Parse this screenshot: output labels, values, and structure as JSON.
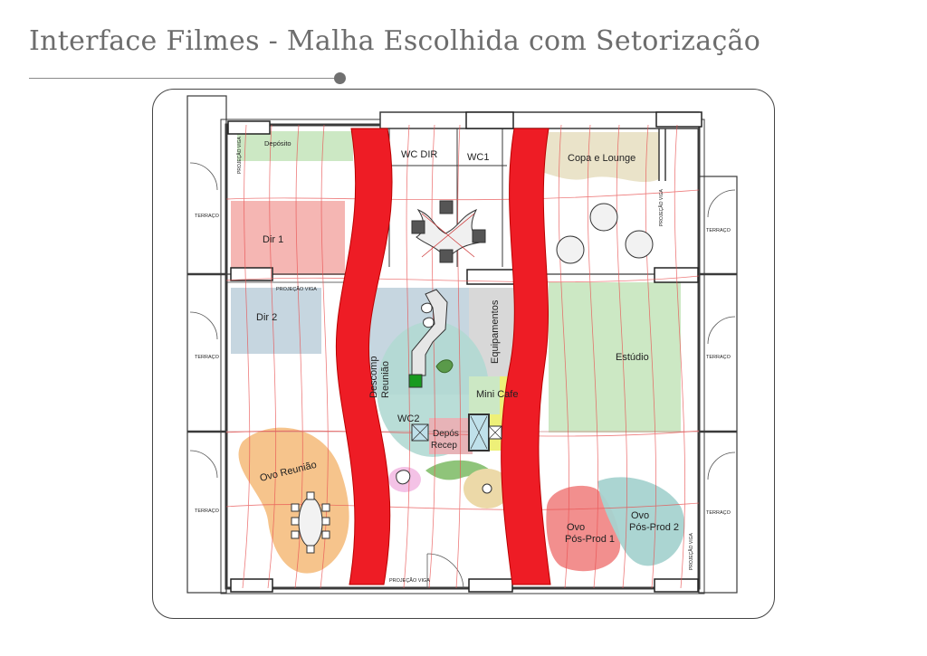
{
  "title": "Interface Filmes  - Malha Escolhida com Setorização",
  "colors": {
    "red_band": "#ee1c25",
    "green_zone": "#cce8c4",
    "pink_zone": "#f5b6b3",
    "blue_zone": "#c6d6e0",
    "teal_zone": "#b1d9d3",
    "orange_zone": "#f6c48c",
    "yellow_zone": "#eef078",
    "copa_zone": "#eae3c9",
    "grey_zone": "#d8d8d8",
    "wall": "#3a3a3a"
  },
  "plan": {
    "rooms": [
      {
        "id": "deposito",
        "label": "Depósito"
      },
      {
        "id": "dir1",
        "label": "Dir 1"
      },
      {
        "id": "dir2",
        "label": "Dir 2"
      },
      {
        "id": "wc-dir",
        "label": "WC DIR"
      },
      {
        "id": "wc1",
        "label": "WC1"
      },
      {
        "id": "copa",
        "label": "Copa e Lounge"
      },
      {
        "id": "estudio",
        "label": "Estúdio"
      },
      {
        "id": "equipamentos",
        "label": "Equipamentos"
      },
      {
        "id": "descomp",
        "label": "Descomp Reunião"
      },
      {
        "id": "mini-cafe",
        "label": "Mini Cafe"
      },
      {
        "id": "wc2",
        "label": "WC2"
      },
      {
        "id": "depos-recep",
        "label": "Depós Recep"
      },
      {
        "id": "ovo-reuniao",
        "label": "Ovo Reunião"
      },
      {
        "id": "ovo-pos1",
        "label": "Ovo Pós-Prod 1"
      },
      {
        "id": "ovo-pos2",
        "label": "Ovo Pós-Prod 2"
      }
    ],
    "terraces": [
      "TERRAÇO",
      "TERRAÇO",
      "TERRAÇO",
      "TERRAÇO",
      "TERRAÇO",
      "TERRAÇO"
    ],
    "beam_projection": "PROJEÇÃO VIGA",
    "beam_projection_vertical": "PROJEÇÃO VIGA"
  }
}
